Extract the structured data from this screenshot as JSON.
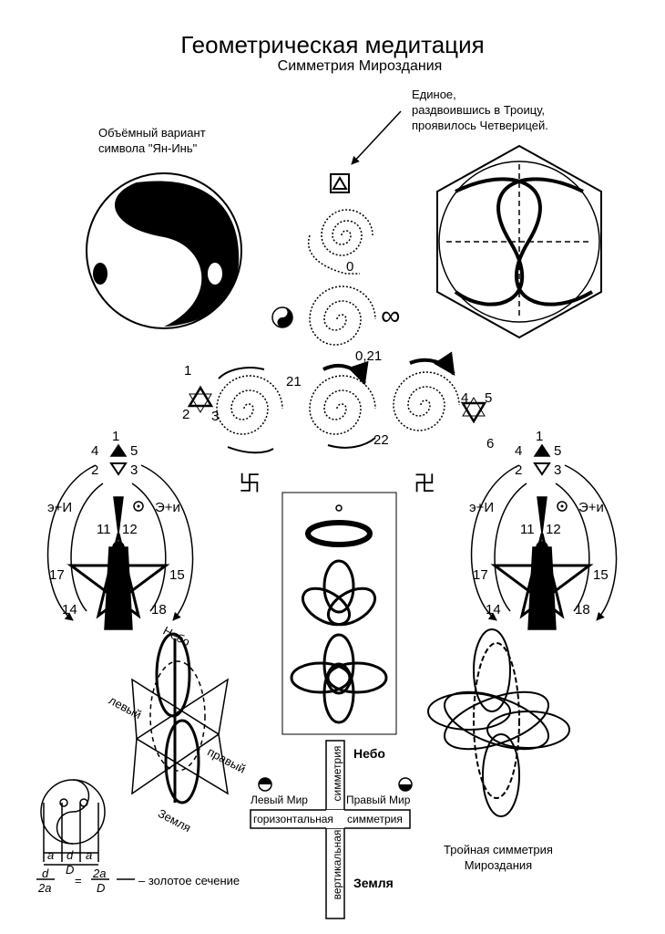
{
  "header": {
    "title": "Геометрическая медитация",
    "subtitle": "Симметрия Мироздания"
  },
  "labels": {
    "yinyang_3d": [
      "Объёмный вариант",
      "символа \"Ян-Инь\""
    ],
    "unity": [
      "Единое,",
      "раздвоившись в Троицу,",
      "проявилось Четверицей."
    ],
    "zero": "0",
    "zero21": "0,21",
    "infinity": "∞",
    "n1": "1",
    "n2": "2",
    "n3": "3",
    "n4": "4",
    "n5": "5",
    "n6": "6",
    "n21": "21",
    "n22": "22",
    "n11": "11",
    "n12": "12",
    "n14": "14",
    "n15": "15",
    "n17": "17",
    "n18": "18",
    "left_e_i": "э+И",
    "right_E_i": "Э+и",
    "heaven": "Небо",
    "earth": "Земля",
    "left": "левый",
    "right": "правый",
    "left_world": "Левый Мир",
    "right_world": "Правый Мир",
    "horizontal": "горизонтальная",
    "symmetry": "симметрия",
    "vertical": "вертикальная",
    "triple": [
      "Тройная симметрия",
      "Мироздания"
    ],
    "golden": "– золотое сечение",
    "frac_d": "d",
    "frac_2a": "2a",
    "frac_D": "D",
    "eq": "=",
    "a": "a",
    "d": "d",
    "D": "D",
    "swastika": "卐",
    "swastika_rev": "卍"
  }
}
